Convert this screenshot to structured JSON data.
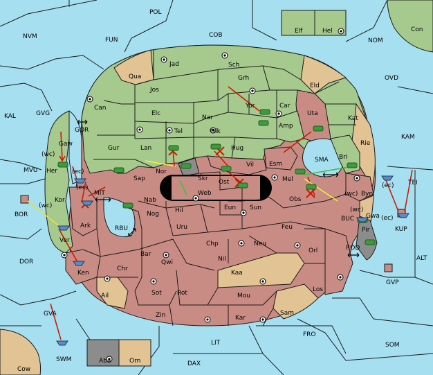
{
  "colors": {
    "sea": "#a6dff0",
    "green_power": "#a6c98e",
    "red_power": "#c98c84",
    "neutral": "#e2c394",
    "grey_power": "#8c8c8c",
    "army_green": "#3f9a3f",
    "move_arrow": "#cc1a00",
    "support_yellow": "#eef23a",
    "support_green": "#3ec03e"
  },
  "sea_labels": {
    "pol": "POL",
    "nvm": "NVM",
    "fun": "FUN",
    "cob": "COB",
    "nom": "NOM",
    "ovd": "OVD",
    "kal": "KAL",
    "gvg": "GVG",
    "gor": "GOR",
    "mvu": "MVU",
    "mit": "MIT",
    "bor": "BOR",
    "rbu": "RBU",
    "dor": "DOR",
    "sma": "SMA",
    "kam": "KAM",
    "tei": "TEI",
    "buc": "BUC",
    "rod": "ROD",
    "alt": "ALT",
    "fro": "FRO",
    "som": "SOM",
    "gva": "GVA",
    "swm": "SWM",
    "lit": "LIT",
    "dax": "DAX"
  },
  "land_labels": {
    "con": "Con",
    "elf": "Elf",
    "hel": "Hel",
    "jad": "Jad",
    "sch": "Sch",
    "qua": "Qua",
    "grh": "Grh",
    "eld": "Eld",
    "jos": "Jos",
    "can": "Can",
    "yor": "Yor",
    "car": "Car",
    "elc": "Elc",
    "nar": "Nar",
    "uta": "Uta",
    "kat": "Kat",
    "amp": "Amp",
    "tel": "Tel",
    "olk": "Olk",
    "rie": "Rie",
    "gaw": "Gaw",
    "gur": "Gur",
    "lan": "Lan",
    "hug": "Hug",
    "bri": "Bri",
    "her": "Her",
    "esm": "Esm",
    "vil": "Vil",
    "nor": "Nor",
    "skr": "Skr",
    "sap": "Sap",
    "ost": "Ost",
    "mel": "Mel",
    "web": "Web",
    "byn": "Byn",
    "kor": "Kor",
    "nab": "Nab",
    "eun": "Eun",
    "obs": "Obs",
    "hil": "Hil",
    "sun": "Sun",
    "gwa": "Gwa",
    "ark": "Ark",
    "nog": "Nog",
    "uru": "Uru",
    "feu": "Feu",
    "kup": "KUP",
    "pir": "Pir",
    "ver": "Ver",
    "chp": "Chp",
    "neu": "Neu",
    "bar": "Bar",
    "orl": "Orl",
    "qwi": "Qwi",
    "nil": "Nil",
    "ken": "Ken",
    "chr": "Chr",
    "kaa": "Kaa",
    "gvp": "GVP",
    "ail": "Ail",
    "sot": "Sot",
    "rot": "Rot",
    "mou": "Mou",
    "los": "Los",
    "sam": "Sam",
    "zin": "Zin",
    "kar": "Kar",
    "aba": "Aba",
    "orn": "Orn",
    "cow": "Cow"
  },
  "coast_tags": {
    "wc_her": "(wc)",
    "ec_her": "(ec)",
    "ec_mit": "(ec)",
    "wc_kor": "(wc)",
    "wc_byn": "(wc)",
    "ec_byn": "(ec)",
    "wc_gwa": "(wc)",
    "ec_gwa": "(ec)"
  }
}
